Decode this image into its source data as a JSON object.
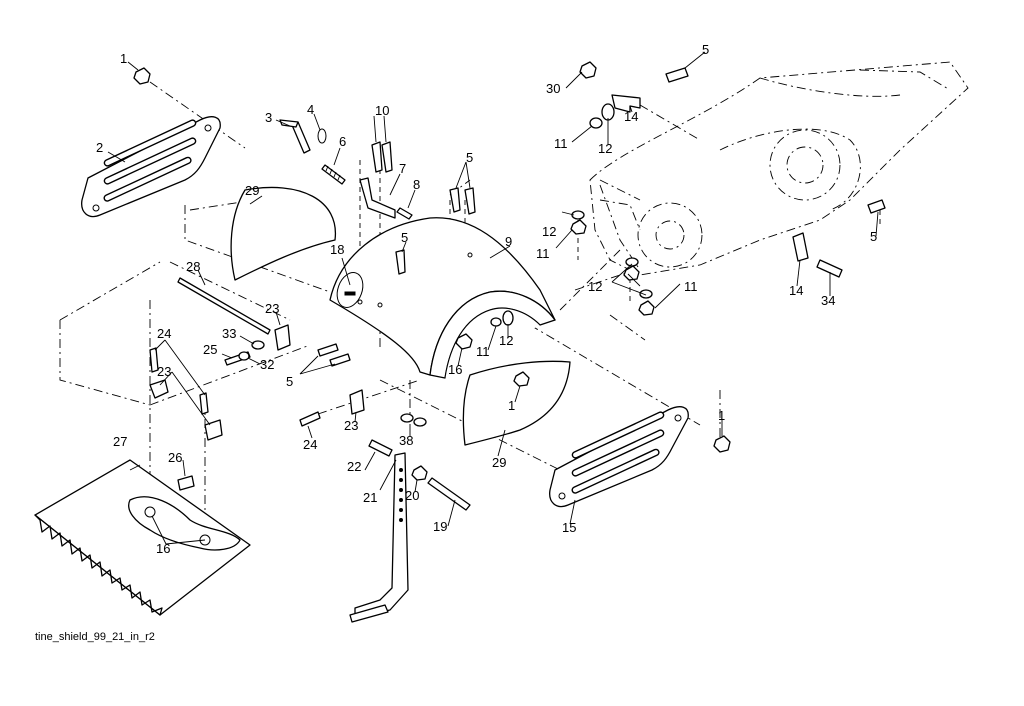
{
  "figure_id": "tine_shield_99_21_in_r2",
  "callouts": {
    "c1a": "1",
    "c1b": "1",
    "c1c": "1",
    "c2": "2",
    "c3": "3",
    "c4": "4",
    "c5a": "5",
    "c5b": "5",
    "c5c": "5",
    "c5d": "5",
    "c5e": "5",
    "c6": "6",
    "c7": "7",
    "c8": "8",
    "c9": "9",
    "c10": "10",
    "c11a": "11",
    "c11b": "11",
    "c11c": "11",
    "c11d": "11",
    "c12a": "12",
    "c12b": "12",
    "c12c": "12",
    "c12d": "12",
    "c14a": "14",
    "c14b": "14",
    "c15": "15",
    "c16a": "16",
    "c16b": "16",
    "c18": "18",
    "c19": "19",
    "c20": "20",
    "c21": "21",
    "c22": "22",
    "c23a": "23",
    "c23b": "23",
    "c23c": "23",
    "c24a": "24",
    "c24b": "24",
    "c25": "25",
    "c26": "26",
    "c27": "27",
    "c28": "28",
    "c29a": "29",
    "c29b": "29",
    "c30": "30",
    "c32": "32",
    "c33": "33",
    "c34": "34",
    "c38": "38"
  }
}
